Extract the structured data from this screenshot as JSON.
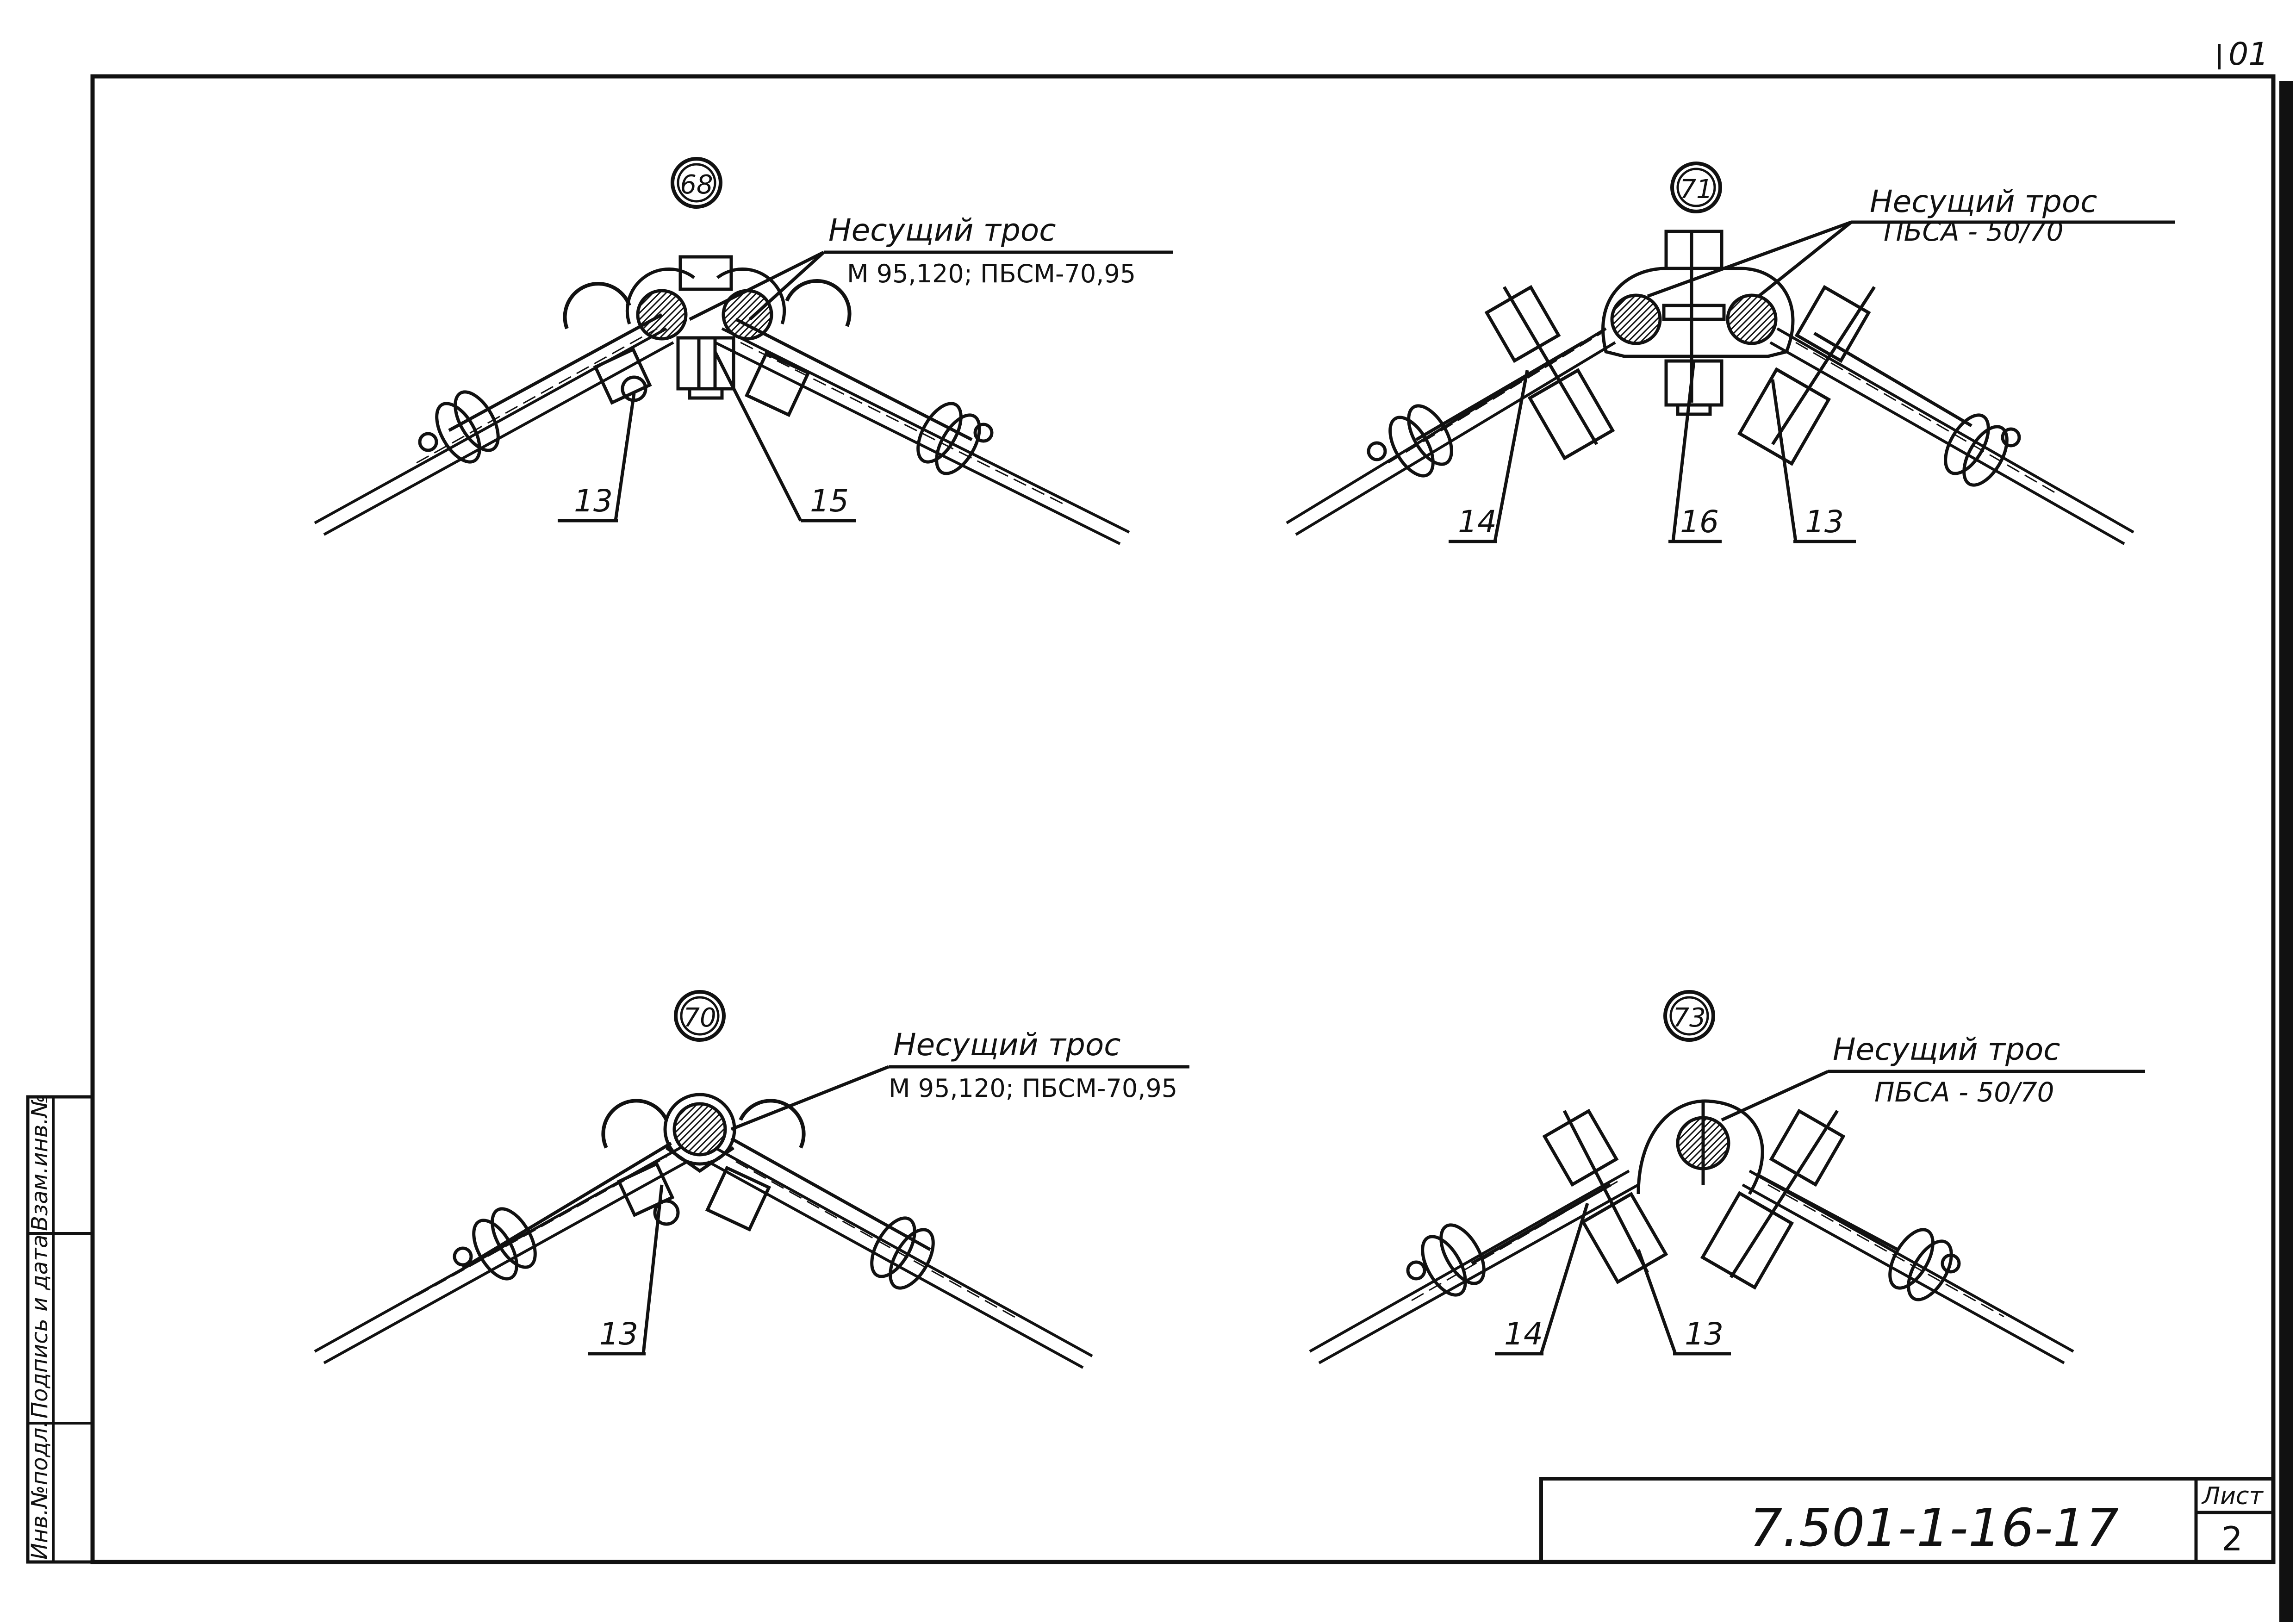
{
  "sheet": {
    "corner_code": "01",
    "designation": "7.501-1-16-17",
    "sheet_label": "Лист",
    "sheet_number": "2"
  },
  "side_stamp": {
    "cells": [
      "Инв.№подл.",
      "Подпись и дата",
      "Взам.инв.№"
    ]
  },
  "details": [
    {
      "number": "68",
      "cable_title": "Несущий трос",
      "cable_spec": "М 95,120; ПБСМ-70,95",
      "callouts": [
        "13",
        "15"
      ]
    },
    {
      "number": "71",
      "cable_title": "Несущий трос",
      "cable_spec": "ПБСА - 50/70",
      "callouts": [
        "14",
        "16",
        "13"
      ]
    },
    {
      "number": "70",
      "cable_title": "Несущий трос",
      "cable_spec": "М 95,120; ПБСМ-70,95",
      "callouts": [
        "13"
      ]
    },
    {
      "number": "73",
      "cable_title": "Несущий трос",
      "cable_spec": "ПБСА - 50/70",
      "callouts": [
        "14",
        "13"
      ]
    }
  ]
}
